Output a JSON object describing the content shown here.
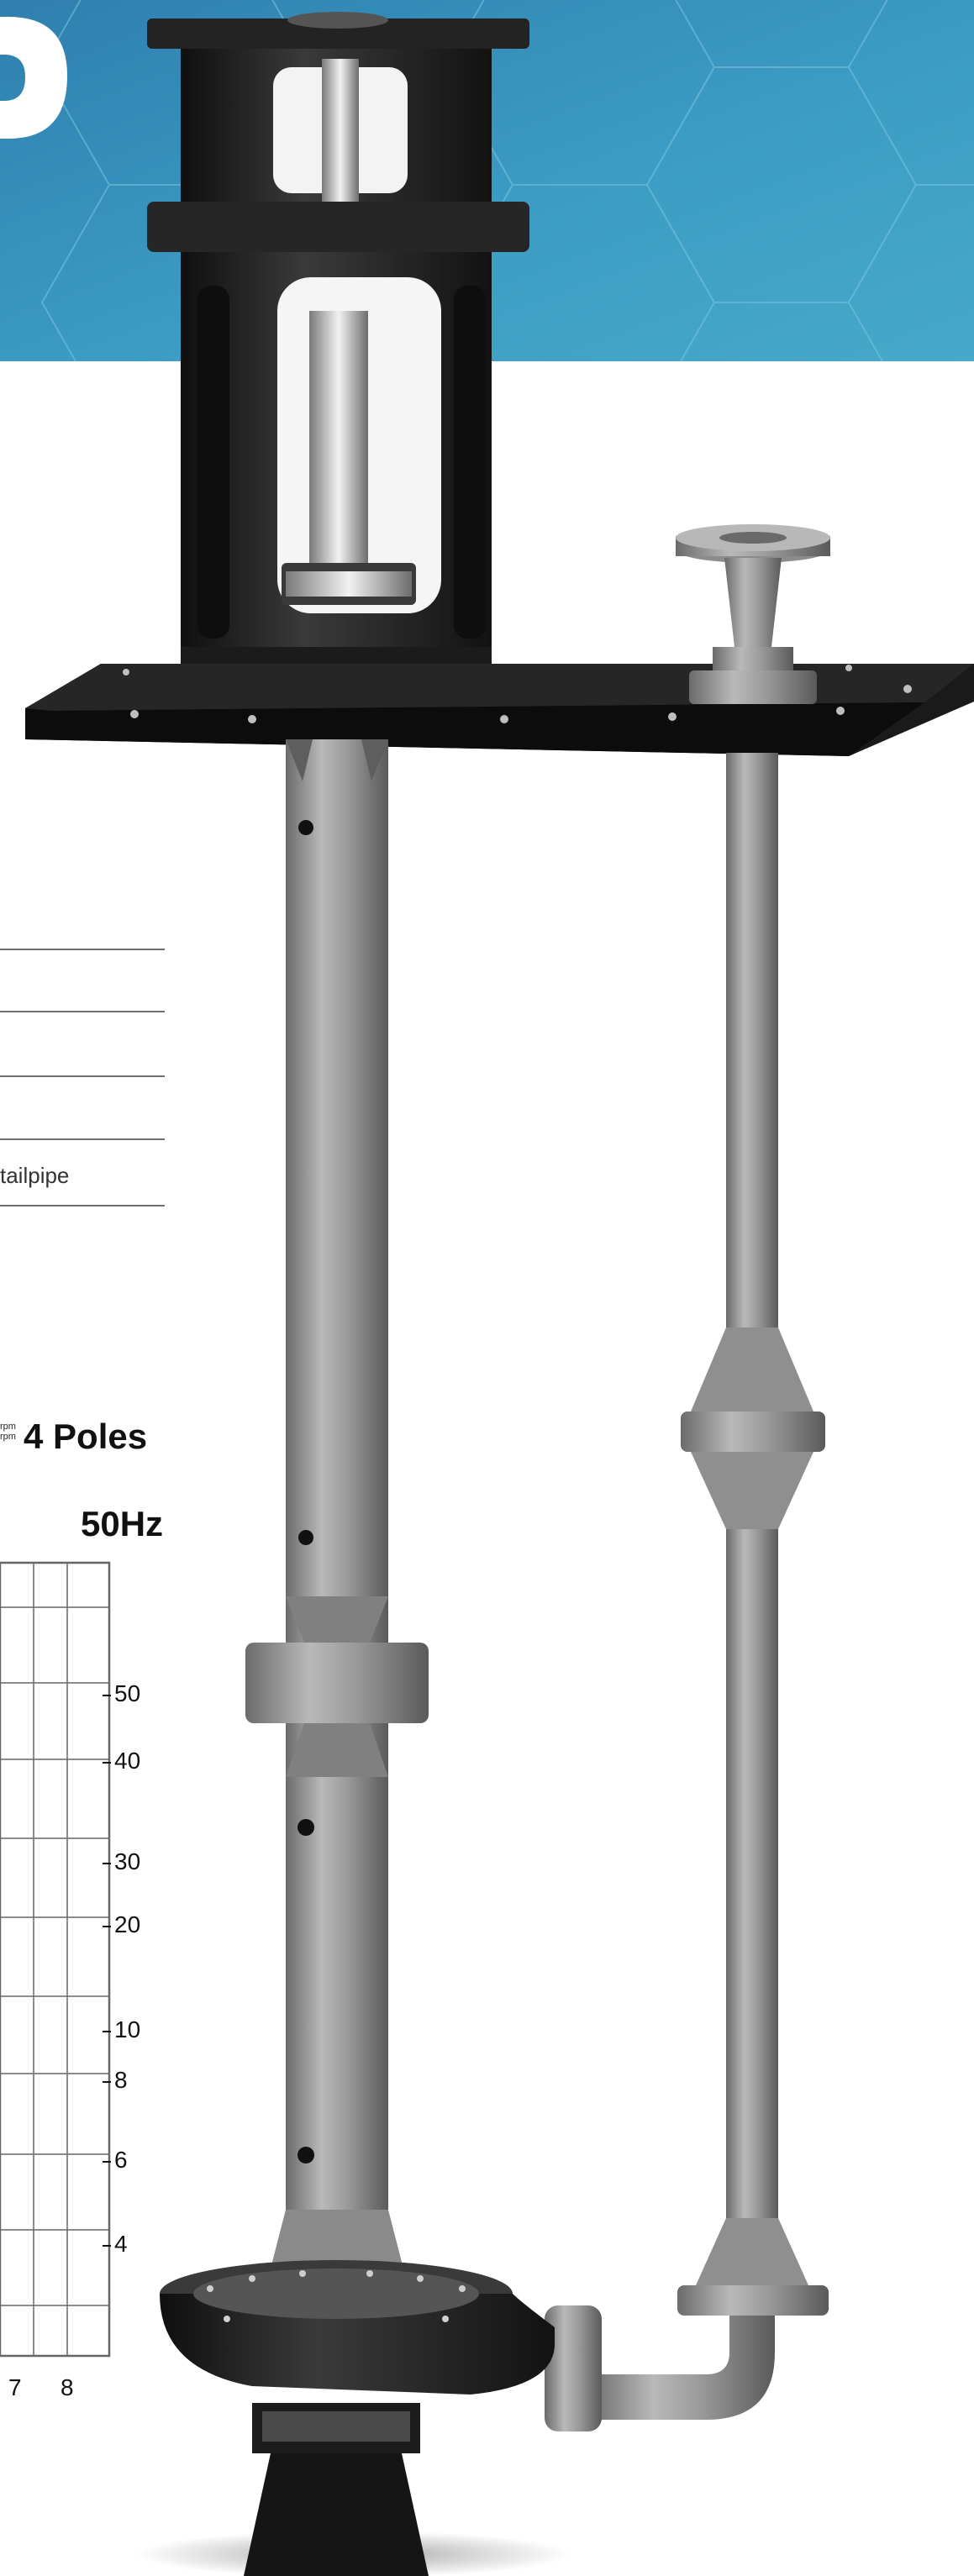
{
  "header": {
    "bg_color": "#3b97bd",
    "letter_fragment": "D"
  },
  "spec_table": {
    "rows": [
      "",
      "",
      "",
      "",
      "tailpipe"
    ]
  },
  "curve_panel": {
    "rpm_top": "rpm",
    "rpm_bottom": "rpm",
    "poles_title": "4 Poles",
    "frequency": "50Hz"
  },
  "chart_data": {
    "type": "line",
    "title": "",
    "xlabel": "",
    "ylabel": "",
    "x_tick_labels": [
      "7",
      "8"
    ],
    "y_tick_labels": [
      "50",
      "40",
      "30",
      "20",
      "10",
      "8",
      "6",
      "4"
    ],
    "grid": true,
    "series": []
  },
  "product": {
    "icon": "vertical-sump-pump-illustration",
    "body_color": "#8a8a8a",
    "head_color": "#1d1d1d"
  }
}
